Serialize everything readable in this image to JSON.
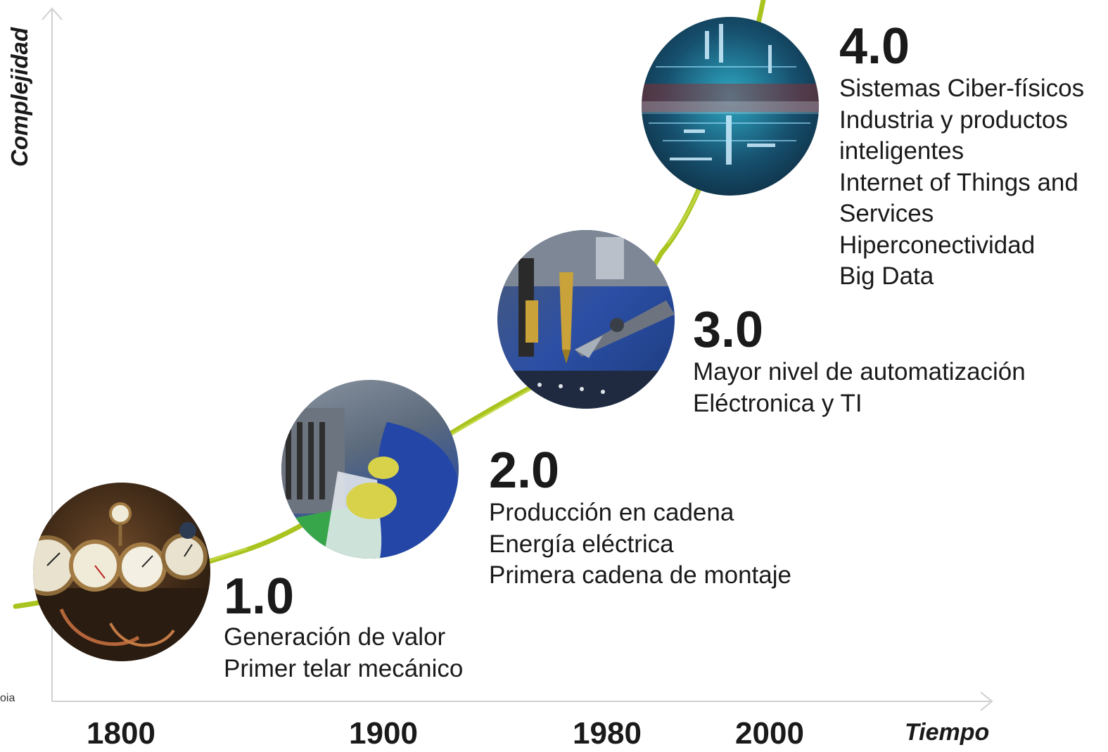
{
  "axes": {
    "y_title": "Complejidad",
    "x_title": "Tiempo",
    "years": [
      "1800",
      "1900",
      "1980",
      "2000"
    ]
  },
  "edge_note": "oia",
  "stages": [
    {
      "title": "1.0",
      "lines": [
        "Generación de valor",
        "Primer telar mecánico"
      ],
      "image": "pressure-gauges-photo"
    },
    {
      "title": "2.0",
      "lines": [
        "Producción en cadena",
        "Energía eléctrica",
        "Primera cadena de montaje"
      ],
      "image": "assembly-line-worker-photo"
    },
    {
      "title": "3.0",
      "lines": [
        "Mayor nivel de automatización",
        "Eléctronica y TI"
      ],
      "image": "robotic-tooling-photo"
    },
    {
      "title": "4.0",
      "lines": [
        "Sistemas Ciber-físicos",
        "Industria y productos",
        "inteligentes",
        "Internet of Things and",
        "Services",
        "Hiperconectividad",
        "Big Data"
      ],
      "image": "digital-binary-data-photo"
    }
  ],
  "colors": {
    "curve": "#a9c31f",
    "axis": "#d0d0d0",
    "text": "#1a1a1a"
  }
}
